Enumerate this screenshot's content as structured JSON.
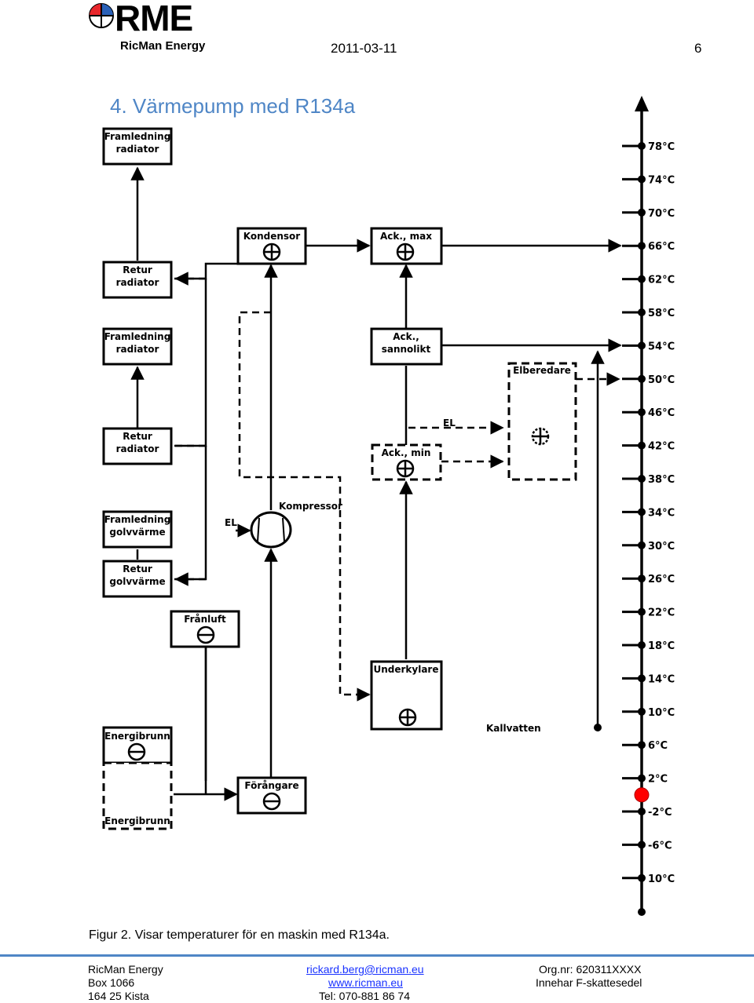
{
  "header": {
    "logo_text": "RME",
    "logo_subtext": "RicMan Energy",
    "date": "2011-03-11",
    "page_number": "6"
  },
  "title": "4. Värmepump med R134a",
  "diagram": {
    "boxes": {
      "framledning_radiator_1": [
        "Framledning",
        "radiator"
      ],
      "retur_radiator_1": [
        "Retur",
        "radiator"
      ],
      "framledning_radiator_2": [
        "Framledning",
        "radiator"
      ],
      "retur_radiator_2": [
        "Retur",
        "radiator"
      ],
      "framledning_golvvarme": [
        "Framledning",
        "golvvärme"
      ],
      "retur_golvvarme": [
        "Retur",
        "golvvärme"
      ],
      "franluft": "Frånluft",
      "energibrunn_1": "Energibrunn",
      "energibrunn_2": "Energibrunn",
      "kondensor": "Kondensor",
      "ack_max": "Ack., max",
      "ack_sannolikt": [
        "Ack.,",
        "sannolikt"
      ],
      "ack_min": "Ack., min",
      "elberedare": "Elberedare",
      "forangare": "Förångare",
      "underkylare": "Underkylare"
    },
    "labels": {
      "kompressor": "Kompressor",
      "el_compressor": "EL",
      "el_heater": "EL",
      "kallvatten": "Kallvatten"
    },
    "scale": [
      "78°C",
      "74°C",
      "70°C",
      "66°C",
      "62°C",
      "58°C",
      "54°C",
      "50°C",
      "46°C",
      "42°C",
      "38°C",
      "34°C",
      "30°C",
      "26°C",
      "22°C",
      "18°C",
      "14°C",
      "10°C",
      "6°C",
      "2°C",
      "-2°C",
      "-6°C",
      "10°C"
    ],
    "scale_marker_color": "#ff0000"
  },
  "caption": "Figur 2. Visar temperaturer för en maskin med R134a.",
  "footer": {
    "company": "RicMan Energy",
    "box": "Box 1066",
    "city": "164 25 Kista",
    "email": "rickard.berg@ricman.eu",
    "web": "www.ricman.eu",
    "tel": "Tel: 070-881 86 74",
    "orgnr": "Org.nr: 620311XXXX",
    "ftax": "Innehar F-skattesedel"
  },
  "colors": {
    "accent": "#4f86c6",
    "link": "#1a33ff"
  }
}
